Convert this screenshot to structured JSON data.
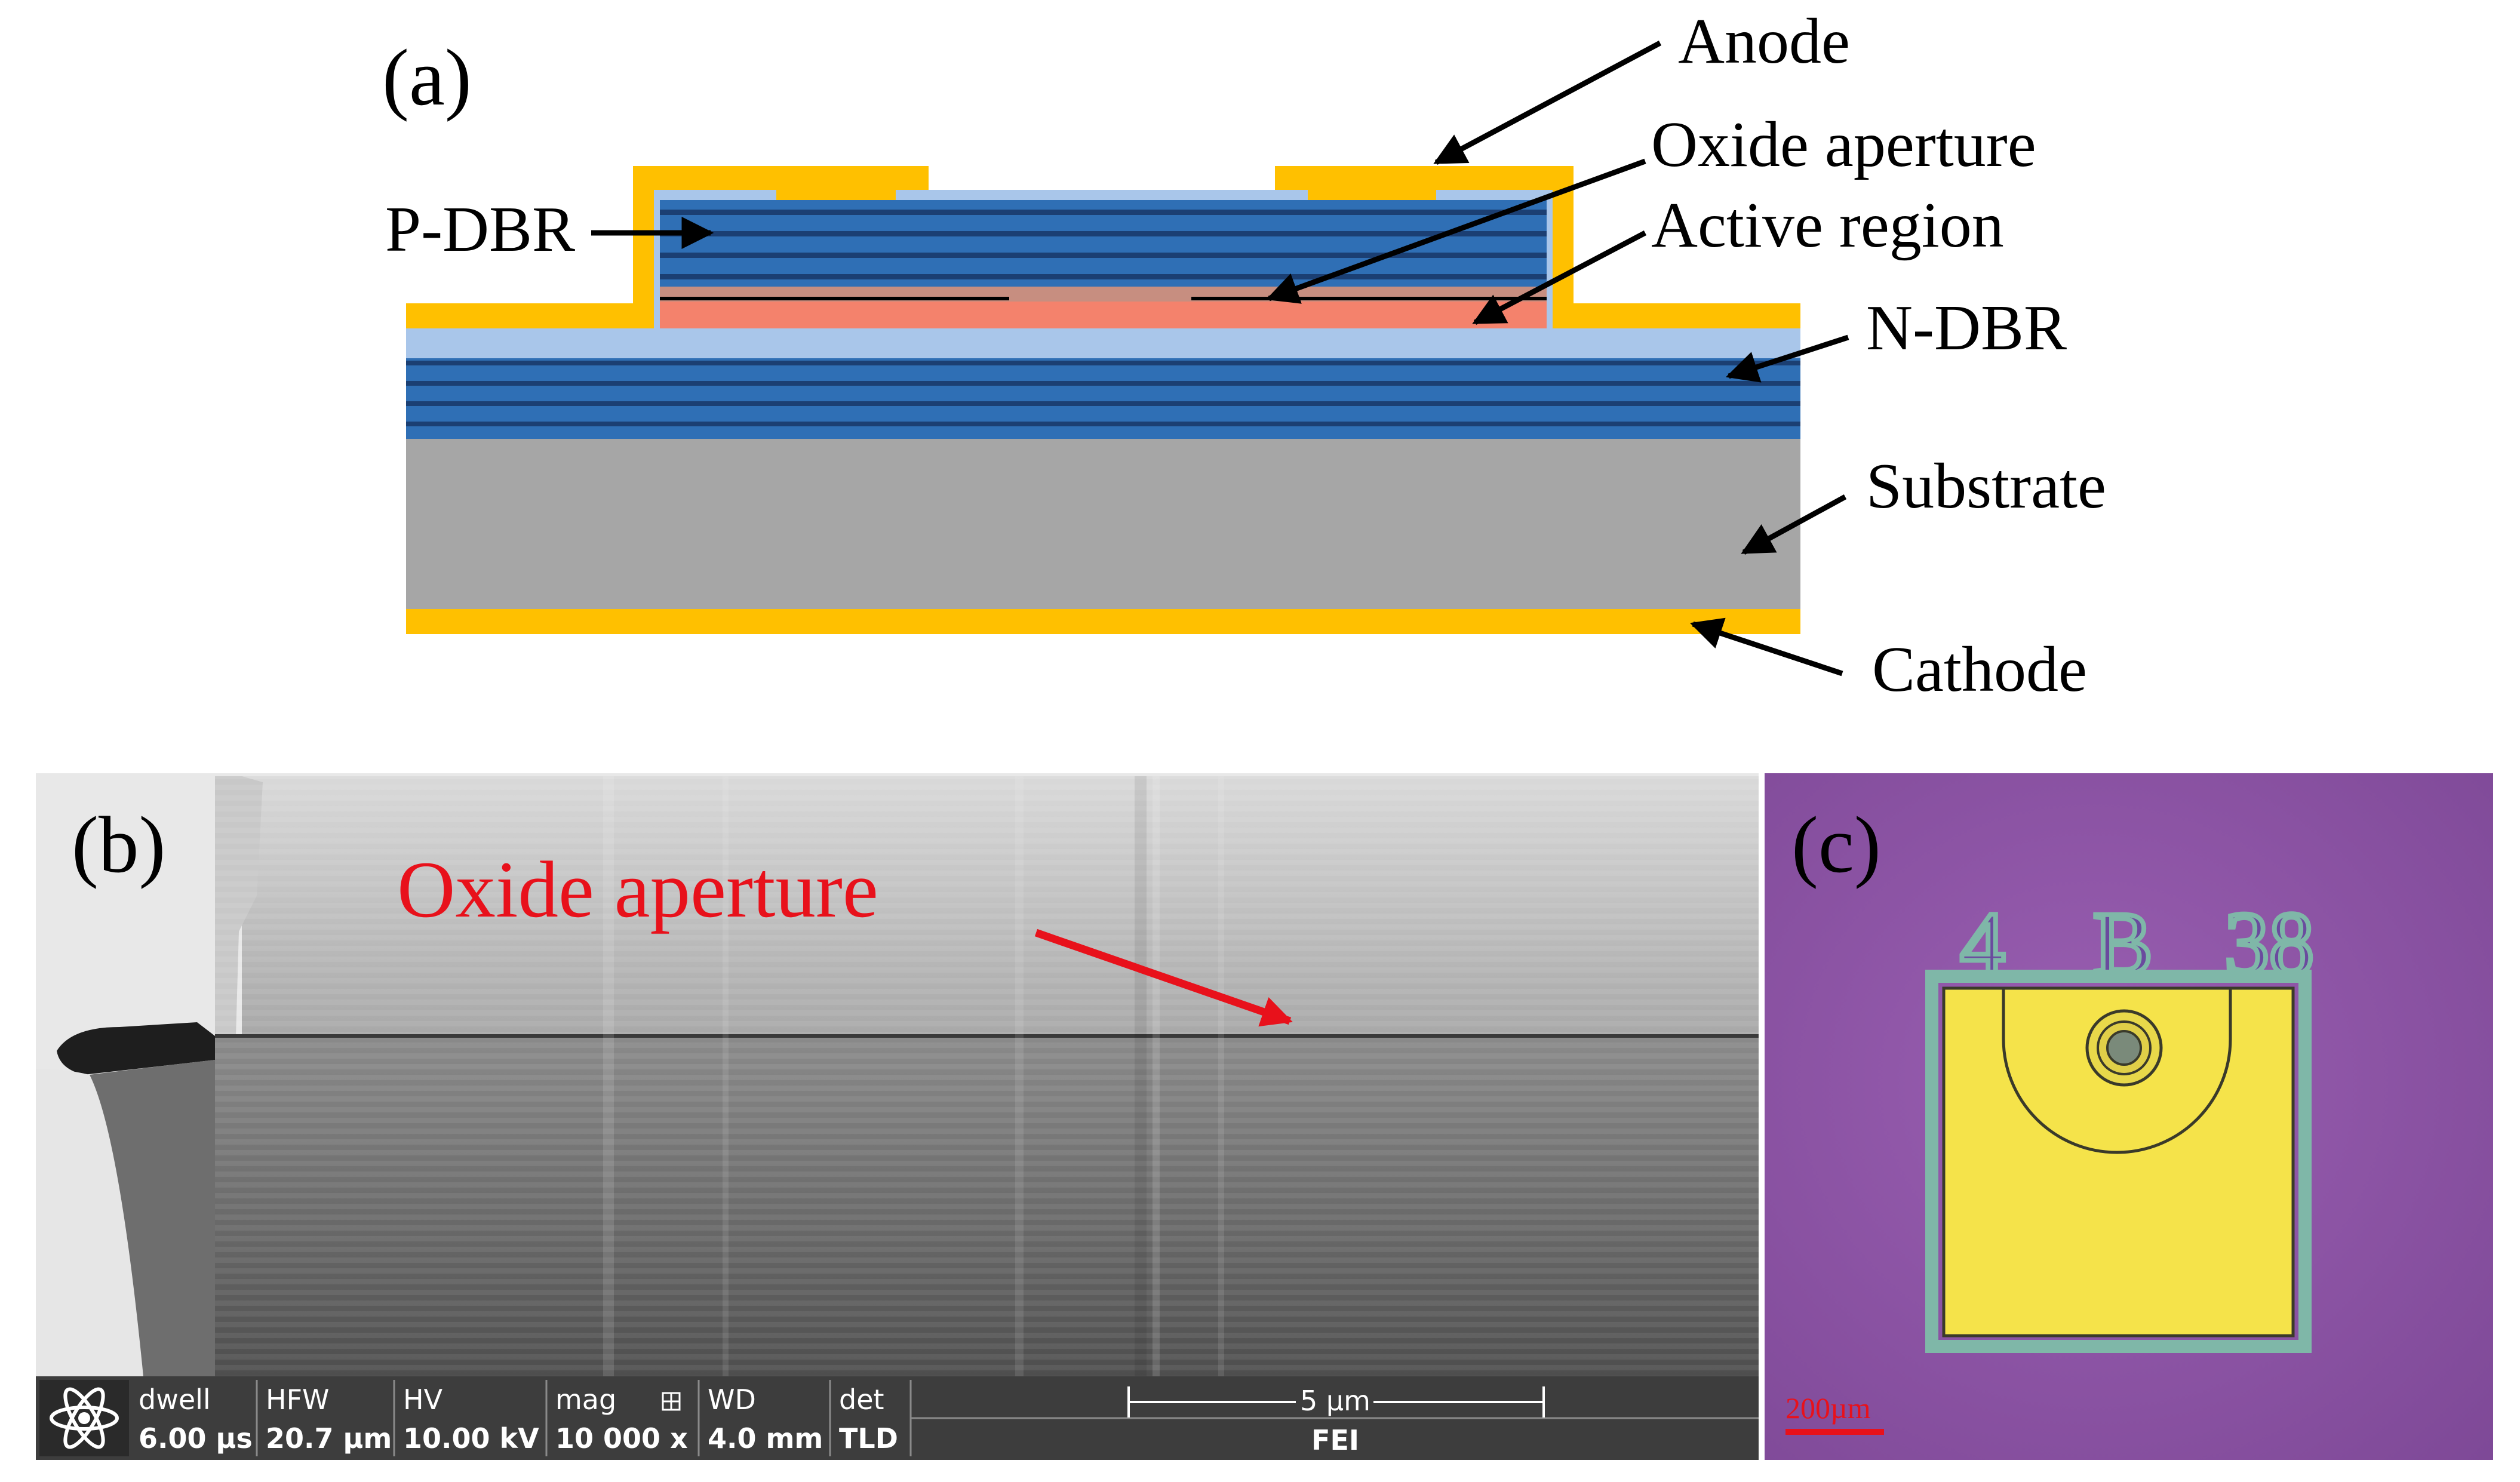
{
  "panels": {
    "a": {
      "label": "(a)",
      "annotations": {
        "anode": "Anode",
        "oxide_aperture": "Oxide aperture",
        "active_region": "Active region",
        "p_dbr": "P-DBR",
        "n_dbr": "N-DBR",
        "substrate": "Substrate",
        "cathode": "Cathode"
      }
    },
    "b": {
      "label": "(b)",
      "annotation": "Oxide aperture",
      "infobar": {
        "dwell_label": "dwell",
        "dwell_value": "6.00 µs",
        "hfw_label": "HFW",
        "hfw_value": "20.7 µm",
        "hv_label": "HV",
        "hv_value": "10.00 kV",
        "mag_label": "mag",
        "mag_value": "10 000 x",
        "wd_label": "WD",
        "wd_value": "4.0 mm",
        "det_label": "det",
        "det_value": "TLD",
        "scale": "5 µm",
        "brand": "FEI"
      }
    },
    "c": {
      "label": "(c)",
      "chip_marks": [
        "4",
        "B",
        "38"
      ],
      "scale_bar": "200µm"
    }
  },
  "colors": {
    "gold": "#ffc000",
    "dbr_light": "#a9c6ea",
    "dbr_mid": "#2f6fb5",
    "dbr_dark": "#1b3f73",
    "active": "#f4826c",
    "substrate": "#a6a6a6",
    "arrow_red": "#e8111b",
    "sample_bg": "#8e55a8",
    "pad_yellow": "#f5e34a"
  }
}
